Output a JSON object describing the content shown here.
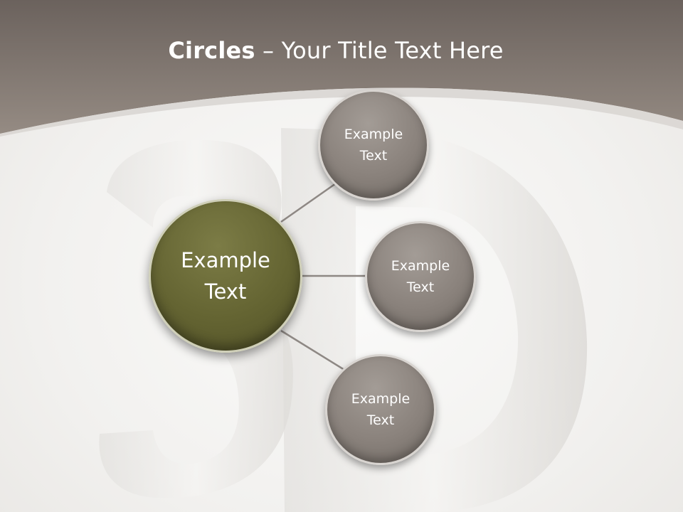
{
  "title": {
    "bold": "Circles",
    "rest": " – Your Title Text Here"
  },
  "center": {
    "label": "Example Text"
  },
  "items": [
    {
      "label": "Example Text"
    },
    {
      "label": "Example Text"
    },
    {
      "label": "Example Text"
    }
  ],
  "colors": {
    "header_top": "#6b625d",
    "header_bottom": "#958b83",
    "center_fill": "#646432",
    "item_fill": "#8a827c",
    "connector": "#8e8884"
  }
}
